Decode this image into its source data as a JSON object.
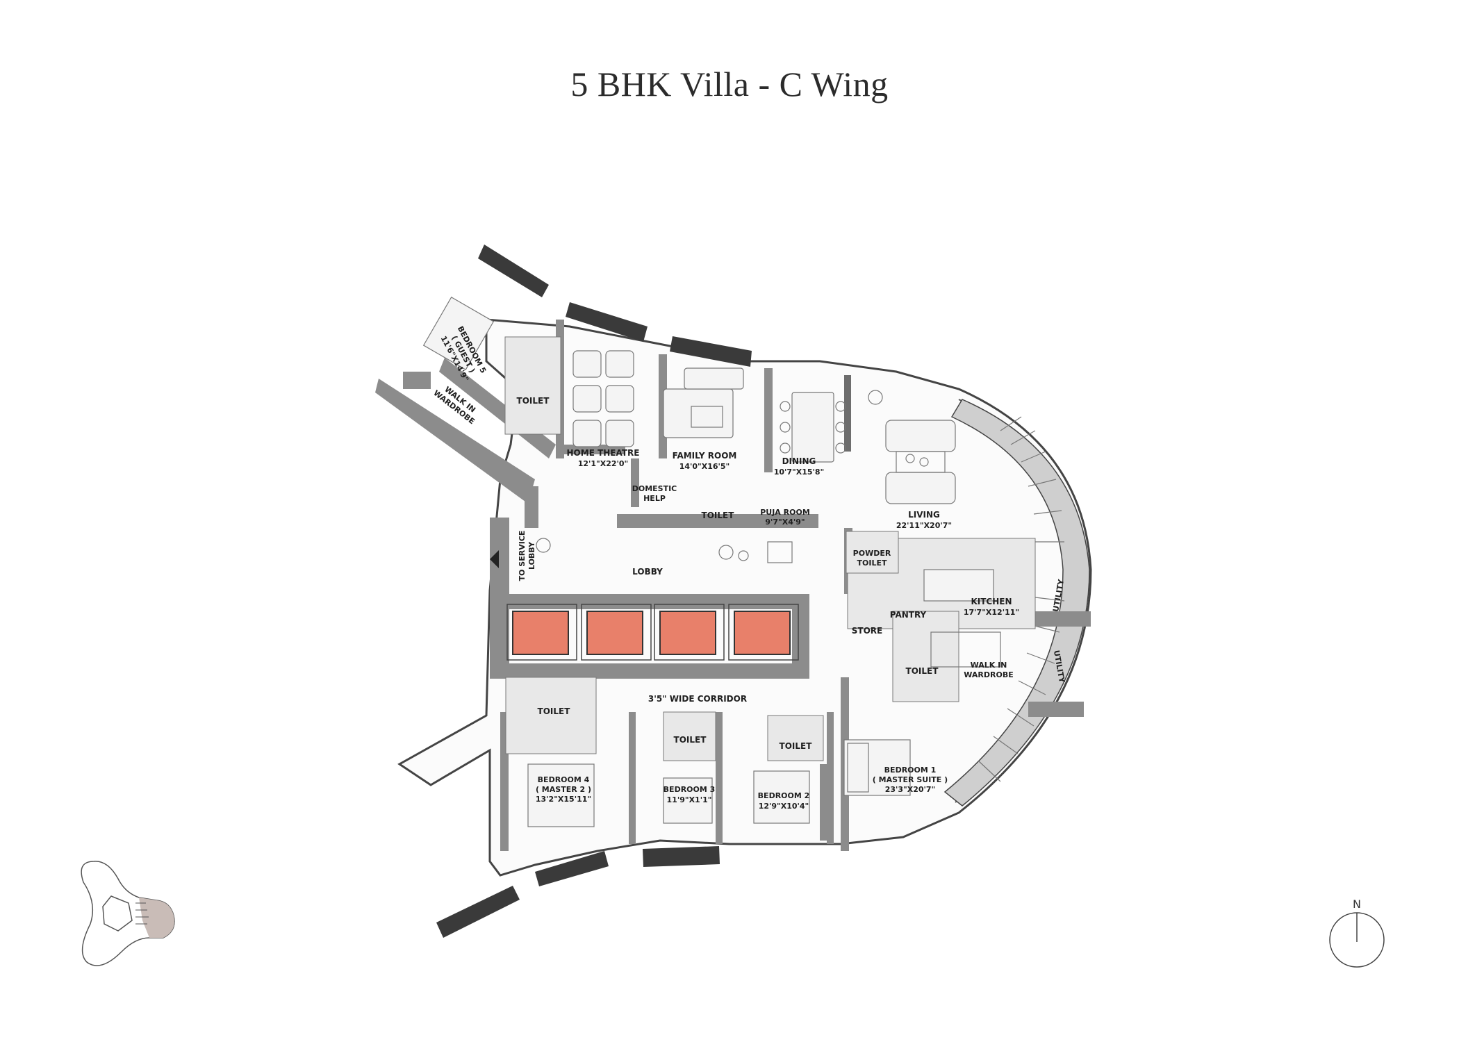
{
  "title": "5 BHK Villa - C Wing",
  "compass": {
    "label": "N"
  },
  "rooms": {
    "bedroom5": {
      "l1": "BEDROOM 5",
      "l2": "( GUEST )",
      "dim": "11'6\"X14'9\""
    },
    "walk_in_wardrobe_top": {
      "l1": "WALK IN",
      "l2": "WARDROBE"
    },
    "toilet_b5": "TOILET",
    "home_theatre": {
      "name": "HOME THEATRE",
      "dim": "12'1\"X22'0\""
    },
    "family_room": {
      "name": "FAMILY ROOM",
      "dim": "14'0\"X16'5\""
    },
    "dining": {
      "name": "DINING",
      "dim": "10'7\"X15'8\""
    },
    "living": {
      "name": "LIVING",
      "dim": "22'11\"X20'7\""
    },
    "domestic_help": {
      "l1": "DOMESTIC",
      "l2": "HELP"
    },
    "toilet_dh": "TOILET",
    "puja_room": {
      "name": "PUJA ROOM",
      "dim": "9'7\"X4'9\""
    },
    "to_service_lobby": {
      "l1": "TO SERVICE",
      "l2": "LOBBY"
    },
    "lobby": "LOBBY",
    "powder_toilet": {
      "l1": "POWDER",
      "l2": "TOILET"
    },
    "kitchen": {
      "name": "KITCHEN",
      "dim": "17'7\"X12'11\""
    },
    "utility_top": "UTILITY",
    "pantry": "PANTRY",
    "store": "STORE",
    "toilet_b1": "TOILET",
    "walk_in_wardrobe_b1": {
      "l1": "WALK IN",
      "l2": "WARDROBE"
    },
    "utility_bottom": "UTILITY",
    "corridor": "3'5\" WIDE CORRIDOR",
    "toilet_b4": "TOILET",
    "toilet_b3": "TOILET",
    "toilet_b2": "TOILET",
    "bedroom4": {
      "l1": "BEDROOM 4",
      "l2": "( MASTER 2 )",
      "dim": "13'2\"X15'11\""
    },
    "bedroom3": {
      "l1": "BEDROOM 3",
      "dim": "11'9\"X1'1\""
    },
    "bedroom2": {
      "l1": "BEDROOM 2",
      "dim": "12'9\"X10'4\""
    },
    "bedroom1": {
      "l1": "BEDROOM 1",
      "l2": "( MASTER SUITE )",
      "dim": "23'3\"X20'7\""
    }
  },
  "colors": {
    "lift_accent": "#e8806a",
    "wall": "#8c8c8c",
    "balcony": "#3a3a3a",
    "key_plan_highlight": "#c9bcb7"
  },
  "icons": [
    "compass-icon",
    "key-plan-icon",
    "entry-arrow-icon"
  ]
}
